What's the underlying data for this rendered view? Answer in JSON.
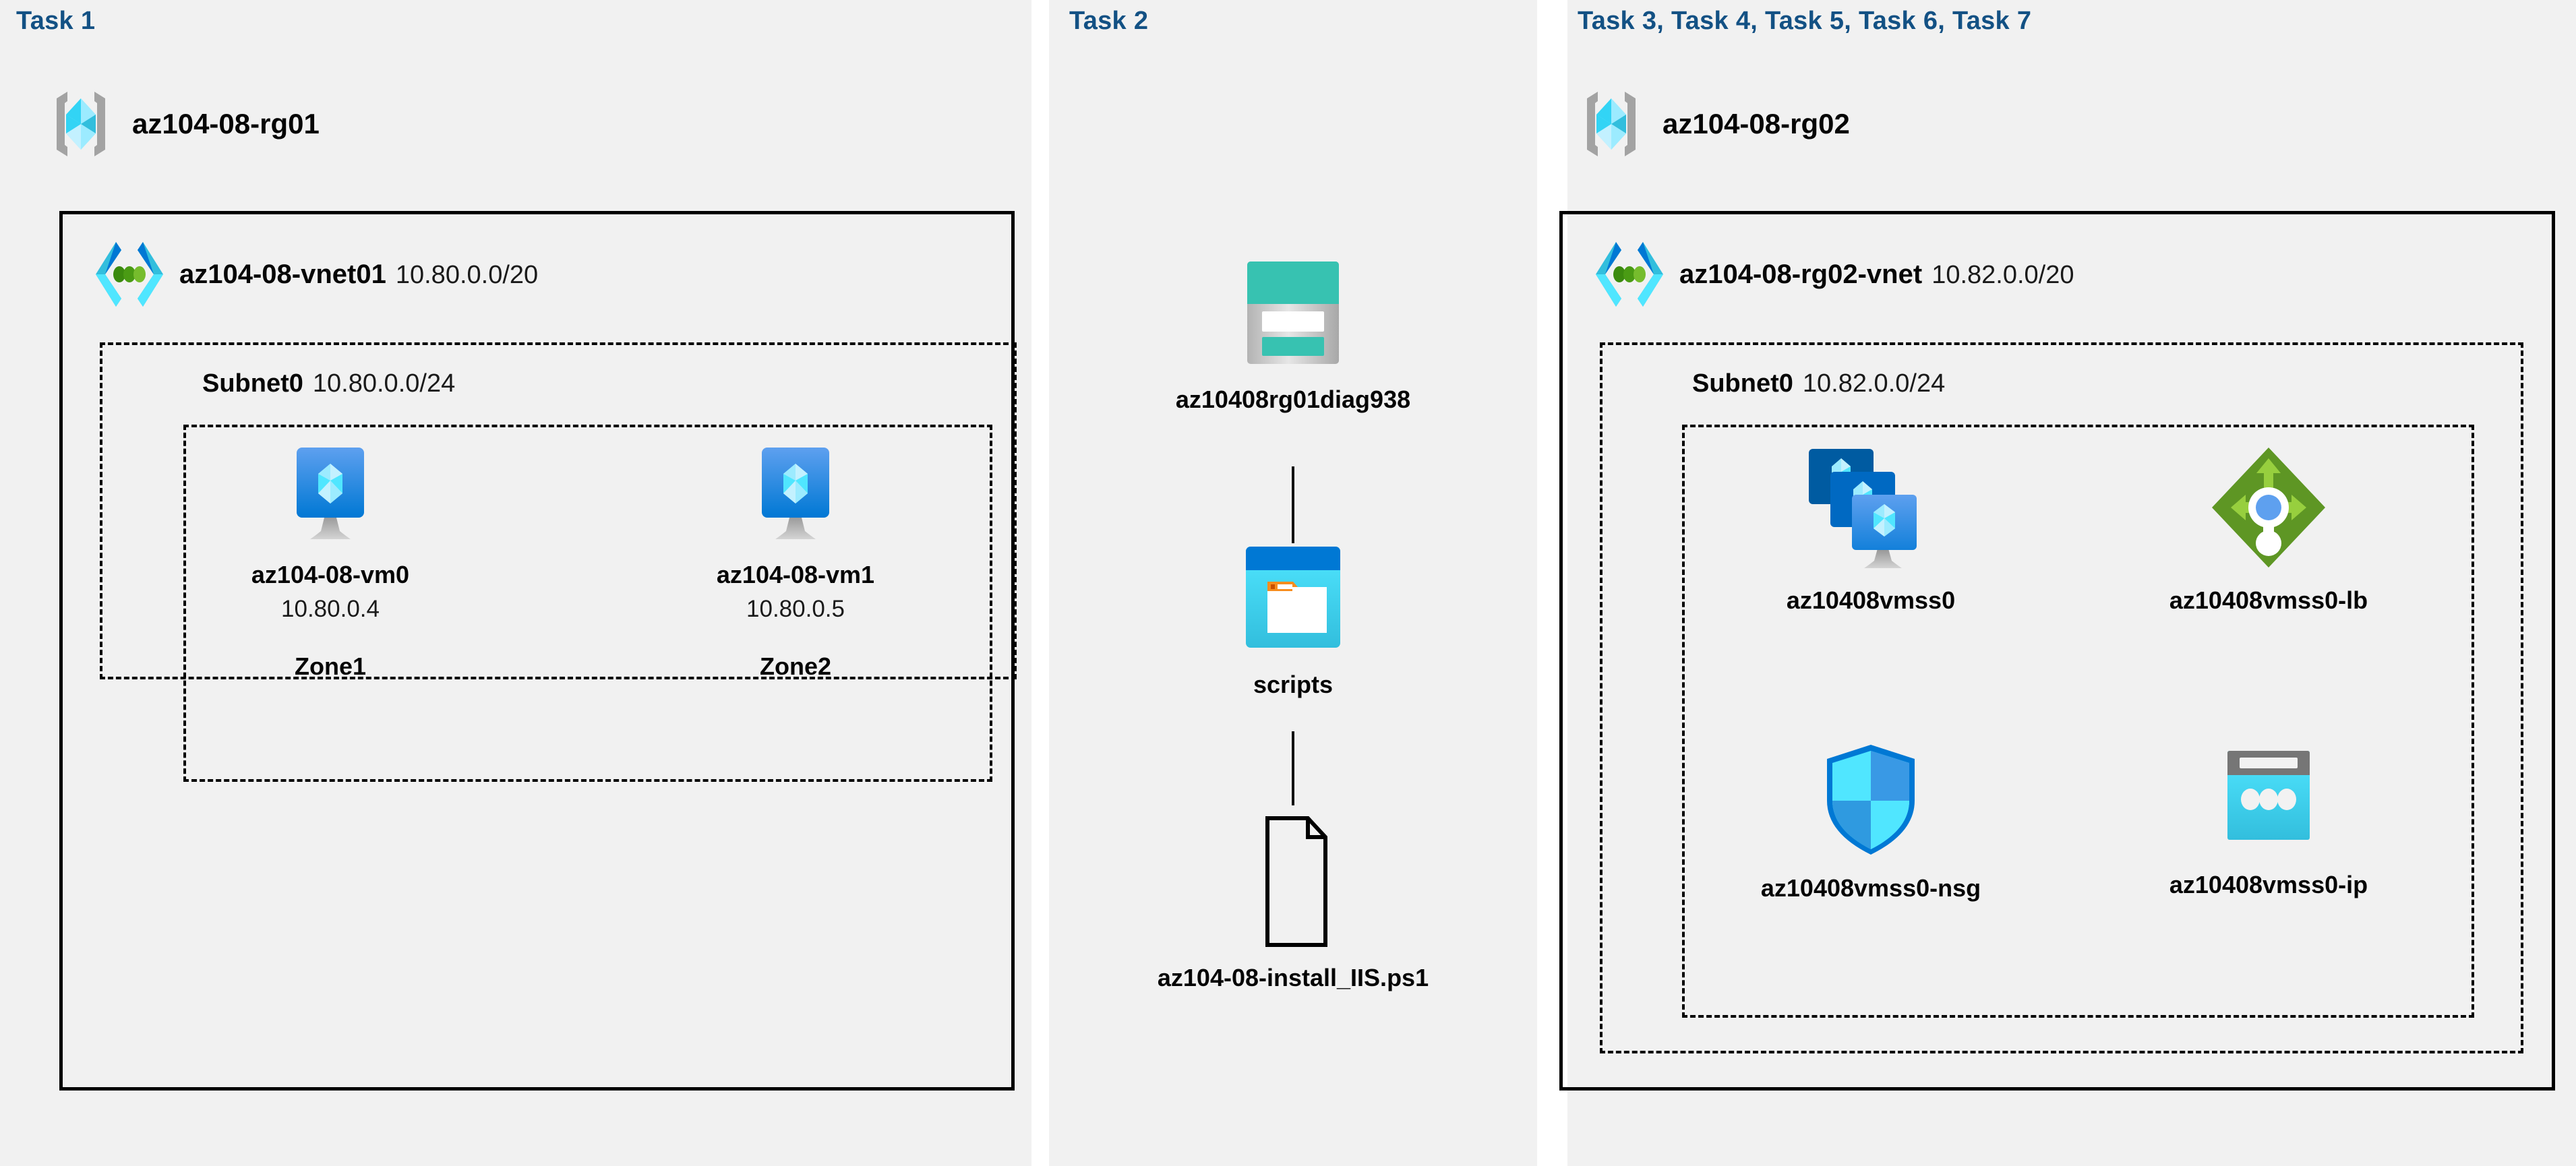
{
  "panels": [
    {
      "id": "task1",
      "task_label": "Task 1",
      "resource_group": {
        "name": "az104-08-rg01",
        "icon": "resource-group-icon"
      },
      "vnet": {
        "name": "az104-08-vnet01",
        "cidr": "10.80.0.0/20",
        "icon": "virtual-network-icon"
      },
      "subnet": {
        "name": "Subnet0",
        "cidr": "10.80.0.0/24"
      },
      "vms": [
        {
          "name": "az104-08-vm0",
          "ip": "10.80.0.4",
          "zone": "Zone1",
          "icon": "virtual-machine-icon"
        },
        {
          "name": "az104-08-vm1",
          "ip": "10.80.0.5",
          "zone": "Zone2",
          "icon": "virtual-machine-icon"
        }
      ]
    },
    {
      "id": "task2",
      "task_label": "Task 2",
      "items": [
        {
          "name": "az10408rg01diag938",
          "icon": "storage-account-icon"
        },
        {
          "name": "scripts",
          "icon": "blob-container-icon"
        },
        {
          "name": "az104-08-install_IIS.ps1",
          "icon": "file-icon"
        }
      ]
    },
    {
      "id": "task3",
      "task_label": "Task 3, Task 4, Task 5, Task 6, Task 7",
      "resource_group": {
        "name": "az104-08-rg02",
        "icon": "resource-group-icon"
      },
      "vnet": {
        "name": "az104-08-rg02-vnet",
        "cidr": "10.82.0.0/20",
        "icon": "virtual-network-icon"
      },
      "subnet": {
        "name": "Subnet0",
        "cidr": "10.82.0.0/24"
      },
      "resources": [
        {
          "name": "az10408vmss0",
          "icon": "vm-scale-set-icon"
        },
        {
          "name": "az10408vmss0-lb",
          "icon": "load-balancer-icon"
        },
        {
          "name": "az10408vmss0-nsg",
          "icon": "network-security-group-icon"
        },
        {
          "name": "az10408vmss0-ip",
          "icon": "public-ip-address-icon"
        }
      ]
    }
  ],
  "colors": {
    "task_label": "#135184",
    "panel_background": "#f1f1f1",
    "page_background": "#ffffff",
    "border": "#000000",
    "azure_blue": "#0078d4",
    "azure_cyan": "#32bedd",
    "azure_light_cyan": "#9cebff",
    "storage_teal": "#37c2b1",
    "storage_teal_dark": "#1b7f75",
    "lb_green": "#5e9624",
    "lb_green_light": "#97cf3e",
    "nsg_blue": "#3999e5",
    "orange": "#f78d1e",
    "gray": "#767676"
  }
}
